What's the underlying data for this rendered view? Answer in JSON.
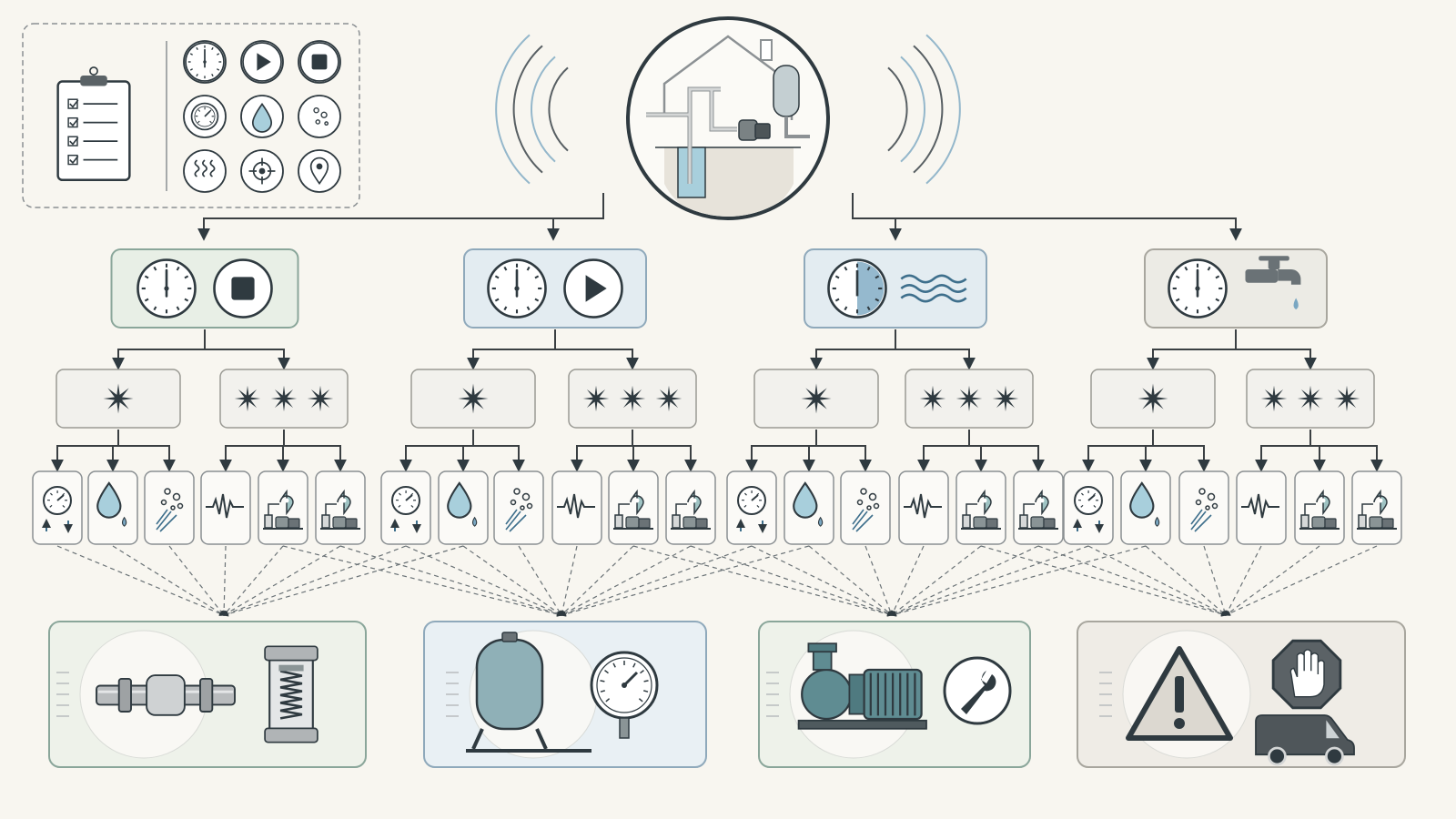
{
  "colors": {
    "background": "#f8f6f0",
    "ink": "#2f3a40",
    "line": "#3a3f42",
    "accent_blue": "#7aa7c2",
    "water": "#a8cfdc",
    "card_green": "#e8efe6",
    "card_blue": "#e3ecf1",
    "card_gray": "#ecebe5",
    "outcome_green": "#eef2ea",
    "outcome_blue": "#e9f0f4",
    "outcome_gray": "#efece6",
    "tank": "#8fb0b7",
    "pump": "#5f8c92",
    "metal": "#b9bcbe",
    "warning_fill": "#dcd8d0",
    "stop_fill": "#5b6266",
    "van_fill": "#4f565a"
  },
  "legend": {
    "checklist_icon": "clipboard-checklist-icon",
    "icons": [
      "clock-icon",
      "play-icon",
      "stop-icon",
      "pressure-gauge-icon",
      "water-drop-icon",
      "air-bubbles-icon",
      "vibration-icon",
      "target-icon",
      "location-pin-icon"
    ]
  },
  "header": {
    "icon": "house-well-pump-system-icon"
  },
  "branches": [
    {
      "id": "stop",
      "icons": [
        "clock-icon",
        "stop-icon"
      ],
      "tint": "green"
    },
    {
      "id": "running",
      "icons": [
        "clock-icon",
        "play-icon"
      ],
      "tint": "blue"
    },
    {
      "id": "long-run",
      "icons": [
        "partial-clock-icon",
        "water-waves-icon"
      ],
      "tint": "blue"
    },
    {
      "id": "faucet",
      "icons": [
        "clock-icon",
        "faucet-drip-icon"
      ],
      "tint": "gray"
    }
  ],
  "leaf_icons": [
    "gauge-arrows-icon",
    "water-drop-icon",
    "air-spray-icon",
    "vibration-wave-icon",
    "pump-location-icon",
    "pump-location-icon"
  ],
  "outcomes": [
    {
      "id": "check-valve",
      "icons": [
        "pipe-check-valve-icon",
        "spring-valve-icon"
      ],
      "tint": "green"
    },
    {
      "id": "pressure-tank",
      "icons": [
        "pressure-tank-icon",
        "pressure-gauge-icon"
      ],
      "tint": "blue"
    },
    {
      "id": "pump-repair",
      "icons": [
        "centrifugal-pump-icon",
        "wrench-icon"
      ],
      "tint": "green"
    },
    {
      "id": "stop-call",
      "icons": [
        "warning-triangle-icon",
        "stop-hand-icon",
        "service-van-icon"
      ],
      "tint": "gray"
    }
  ]
}
